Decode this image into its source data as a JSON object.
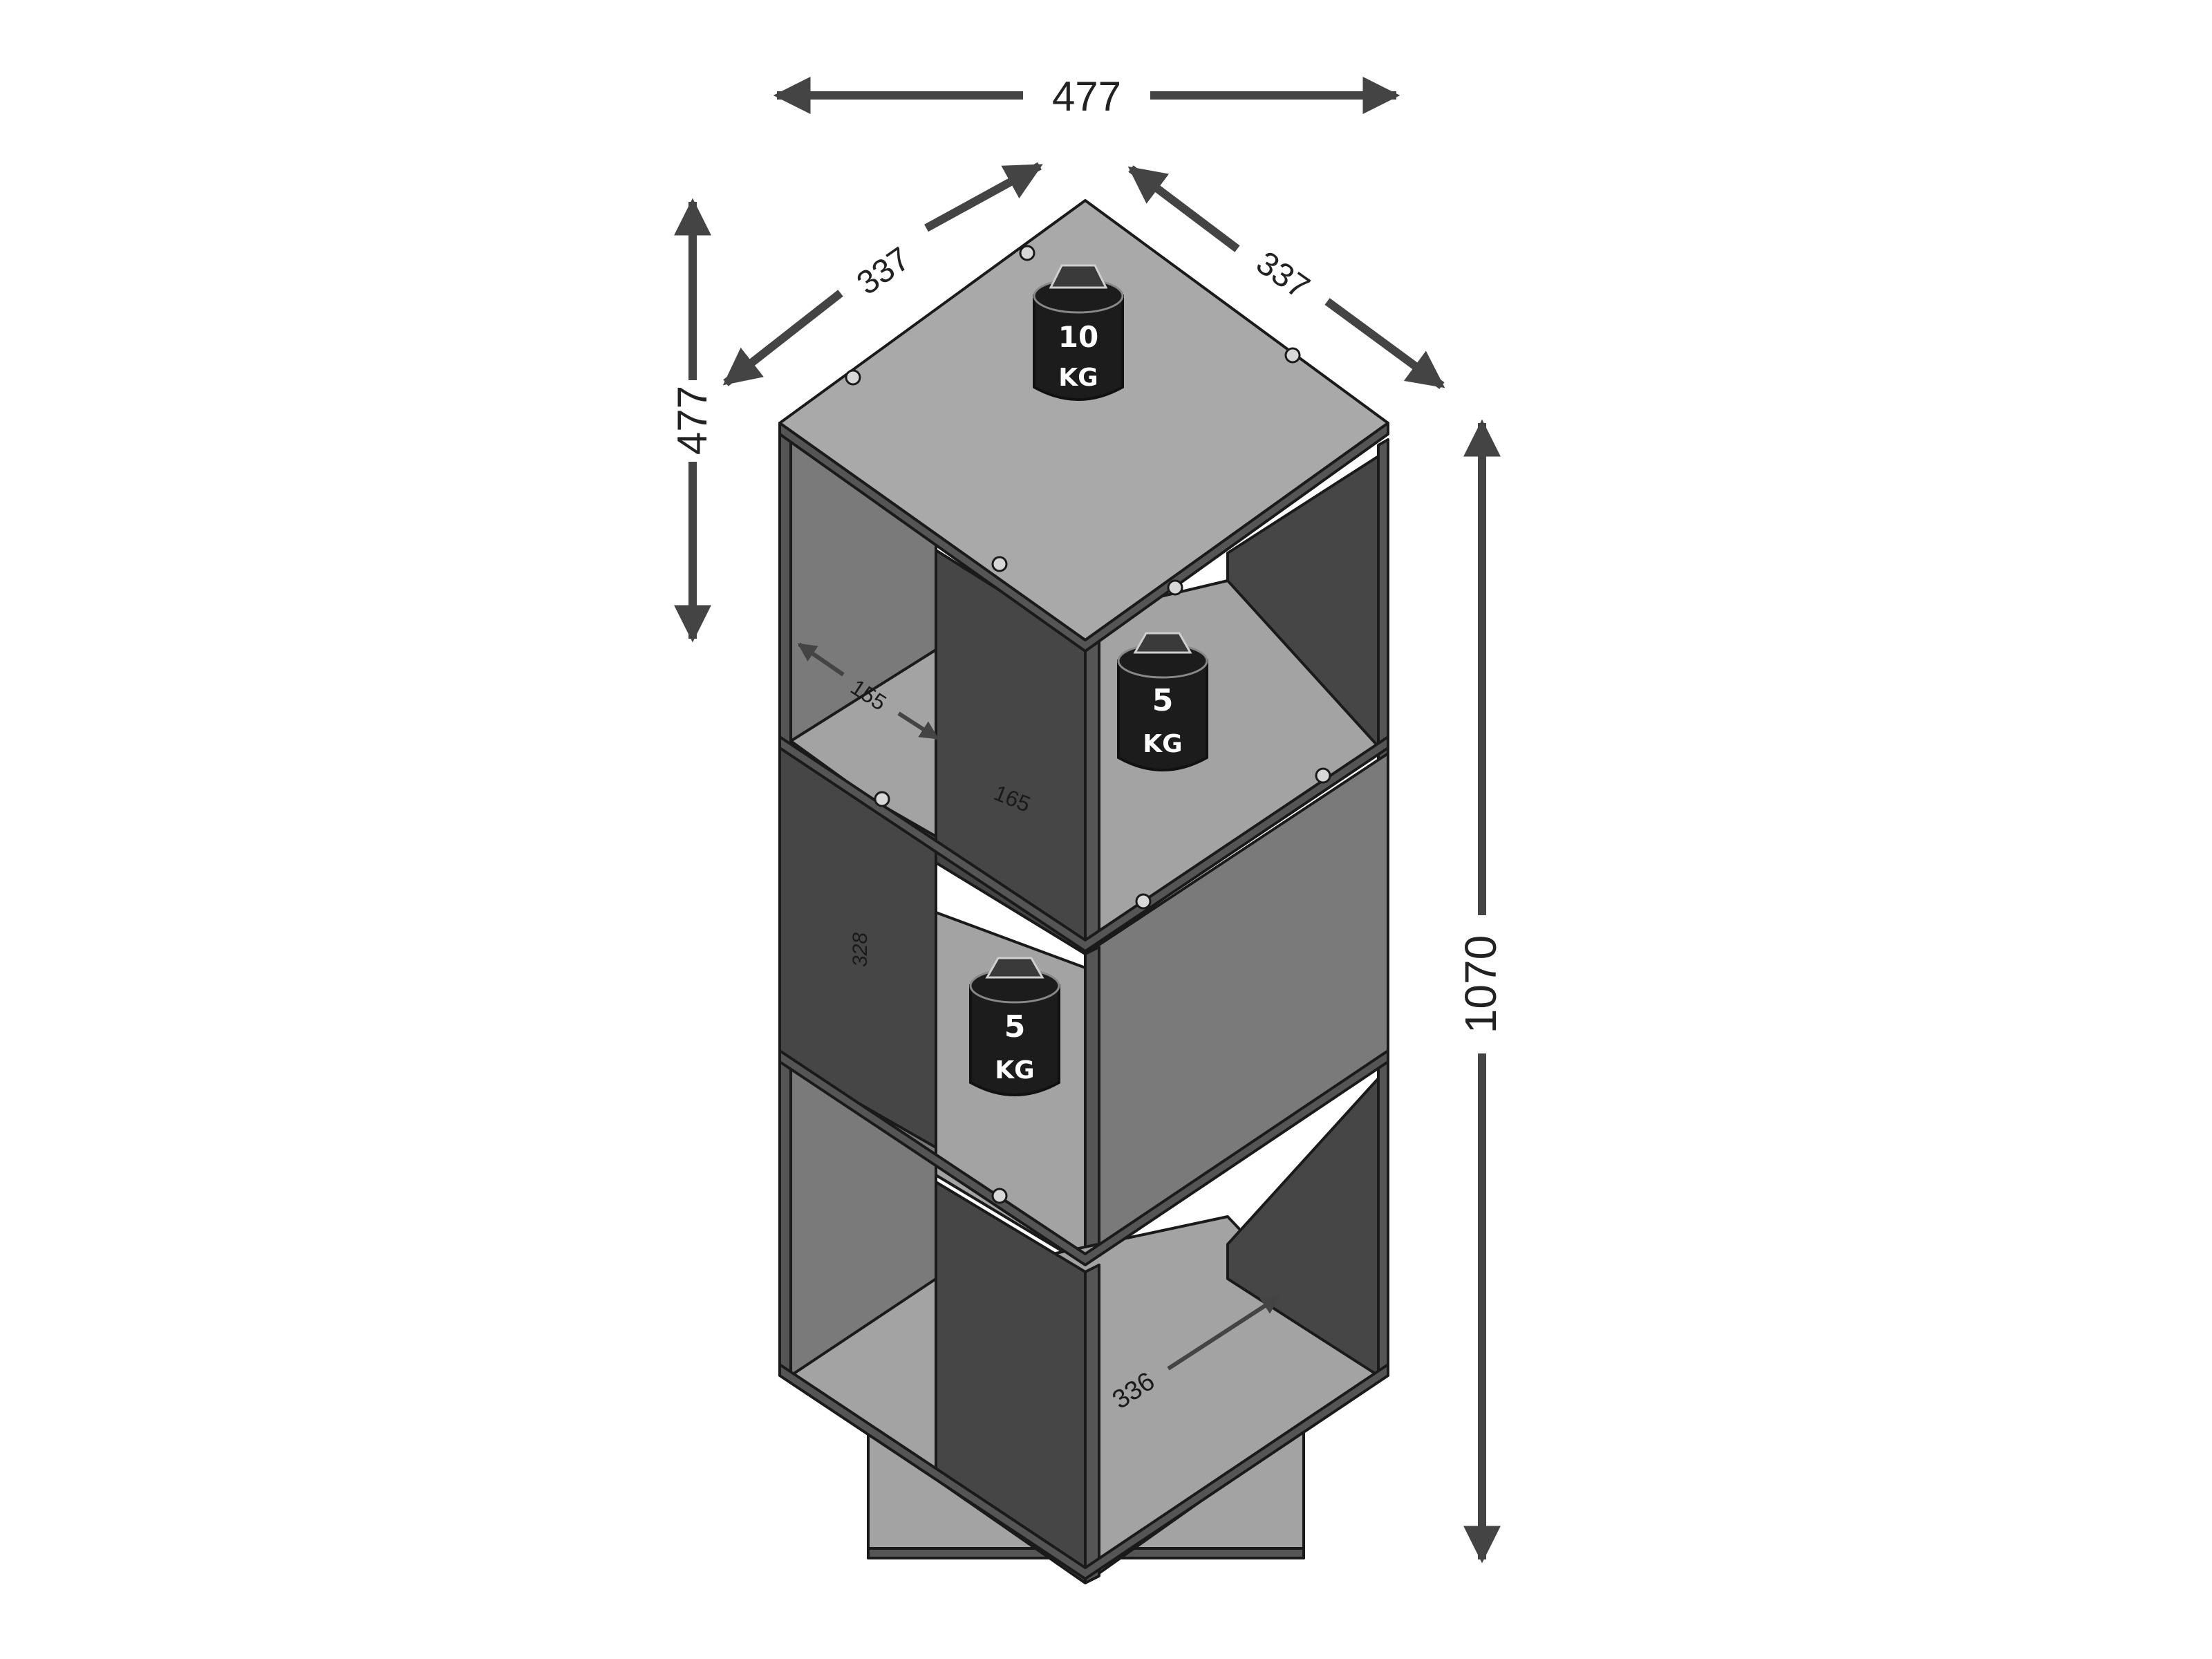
{
  "dimensions": {
    "top_width": "477",
    "left_height": "477",
    "diag_left": "337",
    "diag_right": "337",
    "total_height": "1070",
    "inner_155": "155",
    "inner_165": "165",
    "inner_328": "328",
    "inner_336": "336"
  },
  "weights": [
    {
      "number": "10",
      "unit": "KG"
    },
    {
      "number": "5",
      "unit": "KG"
    },
    {
      "number": "5",
      "unit": "KG"
    }
  ],
  "colors": {
    "arrow": "#444444",
    "top_panel": "#a9a9a9",
    "dark_panel": "#464646",
    "mid_panel": "#7a7a7a",
    "light_panel": "#a3a3a3",
    "weight_body": "#1c1c1c",
    "outline": "#1a1a1a"
  }
}
